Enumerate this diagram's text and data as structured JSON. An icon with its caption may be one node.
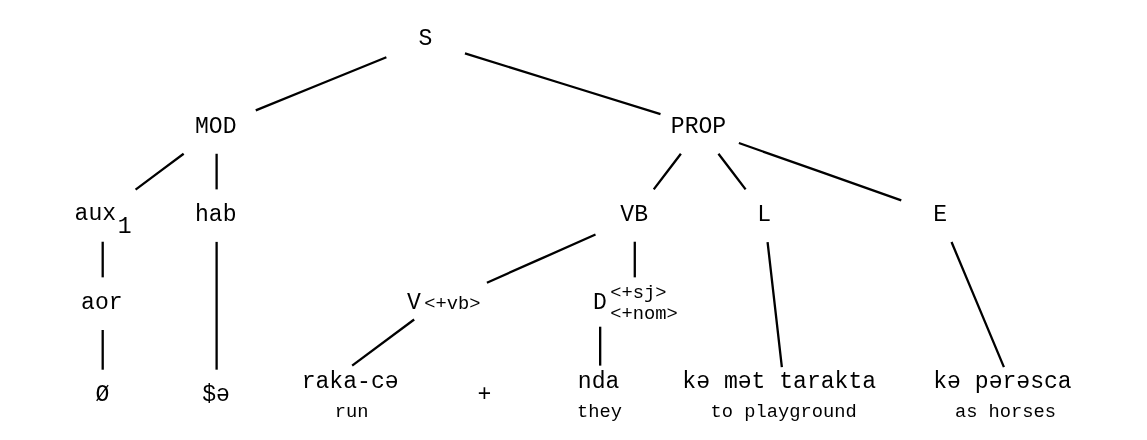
{
  "diagram": {
    "nodes": [
      {
        "text": [
          "S"
        ]
      },
      {
        "text": [
          "MOD"
        ]
      },
      {
        "text": [
          "PROP"
        ]
      },
      {
        "text": [
          "aux$_{1}$"
        ]
      },
      {
        "text": [
          "aor"
        ]
      },
      {
        "text": [
          "hab"
        ]
      },
      {
        "text": [
          "VB"
        ]
      },
      {
        "text": [
          "V"
        ],
        "beside": [
          "<+vb>"
        ]
      },
      {
        "text": [
          "D"
        ],
        "beside": [
          "<+sj>",
          "<+nom>"
        ]
      },
      {
        "text": [
          "L"
        ]
      },
      {
        "text": [
          "E"
        ]
      },
      {
        "text": [
          "Ø"
        ]
      },
      {
        "text": [
          "$ə"
        ]
      },
      {
        "text": [
          "raka-cə"
        ],
        "beside": [
          "run"
        ]
      },
      {
        "text": [
          "nda"
        ],
        "beside": [
          "they"
        ]
      },
      {
        "text": [
          "kə mət tarakta"
        ],
        "beside": [
          "to playground"
        ]
      },
      {
        "text": [
          "kə pərəsca"
        ],
        "beside": [
          "as horses"
        ]
      }
    ],
    "edges": [
      {
        "from": 0,
        "to": 1,
        "arrow": "none"
      },
      {
        "from": 0,
        "to": 2,
        "arrow": "none"
      },
      {
        "from": 1,
        "to": 3,
        "arrow": "none"
      },
      {
        "from": 1,
        "to": 5,
        "arrow": "none"
      },
      {
        "from": 3,
        "to": 4,
        "arrow": "none"
      },
      {
        "from": 4,
        "to": 11,
        "arrow": "none"
      },
      {
        "from": 5,
        "to": 12,
        "arrow": "none"
      },
      {
        "from": 2,
        "to": 6,
        "arrow": "none"
      },
      {
        "from": 2,
        "to": 9,
        "arrow": "none"
      },
      {
        "from": 2,
        "to": 10,
        "arrow": "none"
      },
      {
        "from": 6,
        "to": 7,
        "arrow": "none"
      },
      {
        "from": 6,
        "to": 8,
        "arrow": "none"
      },
      {
        "from": 7,
        "to": 13,
        "arrow": "none"
      },
      {
        "from": 8,
        "to": 14,
        "arrow": "none"
      },
      {
        "from": 9,
        "to": 15,
        "arrow": "none"
      },
      {
        "from": 10,
        "to": 16,
        "arrow": "none"
      }
    ],
    "labels": [
      "+"
    ]
  }
}
